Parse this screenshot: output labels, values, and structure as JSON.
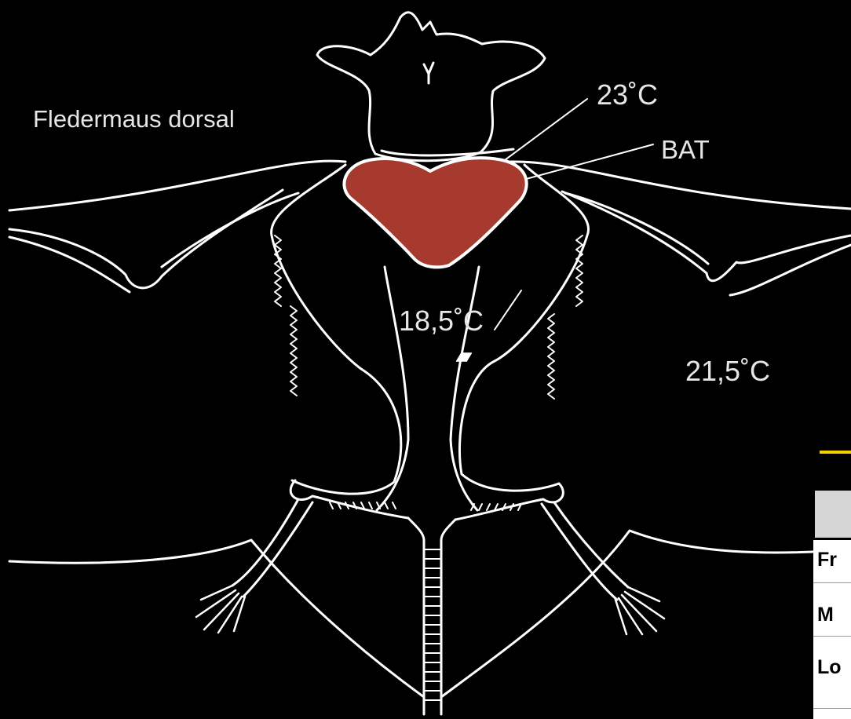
{
  "title": "Fledermaus dorsal",
  "labels": {
    "neck_temp": "23˚C",
    "bat_label": "BAT",
    "center_temp": "18,5˚C",
    "wing_temp": "21,5˚C"
  },
  "table_fragment": {
    "rows": [
      "Fr",
      "M",
      "Lo"
    ]
  },
  "colors": {
    "background": "#000000",
    "outline": "#ffffff",
    "brown_adipose_tissue": "#a63a2e",
    "accent_line": "#f3d100",
    "table_header": "#d6d6d6"
  }
}
